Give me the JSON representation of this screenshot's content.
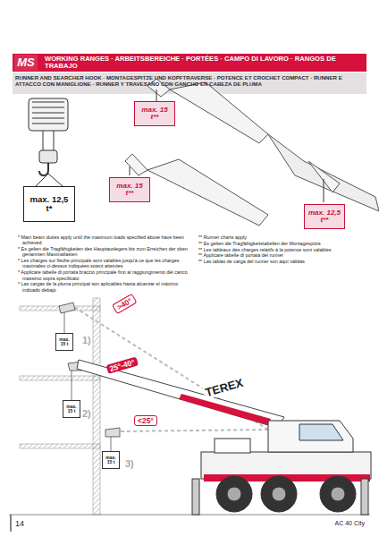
{
  "diagram": {
    "title": "WORKING RANGES · ARBEITSBEREICHE · PORTÉES · CAMPO DI LAVORO · RANGOS DE TRABAJO",
    "nodes": [
      {
        "text": [
          "max. 12,5 t*"
        ]
      },
      {
        "text": [
          "max. 15 t**"
        ]
      },
      {
        "text": [
          "max. 15 t**"
        ]
      },
      {
        "text": [
          "max. 12,5 t**"
        ]
      },
      {
        "text": [
          "max. 15 t"
        ]
      },
      {
        "text": [
          "max. 15 t"
        ]
      },
      {
        "text": [
          "max. 15 t"
        ]
      }
    ],
    "labels": [
      "MS",
      "RUNNER AND SEARCHER HOOK · MONTAGESPITZE UND KOPFTRAVERSE · POTENCE ET CROCHET COMPACT · RUNNER E ATTACCO CON MANIGLIONE · RUNNER Y TRAVESAÑO CON GANCHO EN CABEZA DE PLUMA",
      "* Main beam duties apply until the maximum loads specified above have been achieved",
      "* Es gelten die Tragfähigkeiten des Hauptauslegers bis zum Erreichen der oben genannten Maximallasten",
      "* Les charges sur flèche principale sont valables jusqu'à ce que les charges maximales ci-dessus indiquées soient atteintes",
      "* Applicare tabelle di portata braccio principale fino al raggiungimento del carico massimo sopra specificato",
      "* Las cargas de la pluma principal son aplicables hasta alcanzar el máximo indicado debajo",
      "** Runner charts apply",
      "** Es gelten die Tragfähigkeitstabellen der Montagespitze",
      "** Les tableaux des charges relatifs à la potence sont valables",
      "** Applicare tabelle di portata del runner",
      "** Las tablas de carga del runner son aquí válidas",
      ">40°",
      "1)",
      "25°-40°",
      "2)",
      "<25°",
      "3)",
      "TEREX",
      "14",
      "AC 40 City"
    ]
  }
}
